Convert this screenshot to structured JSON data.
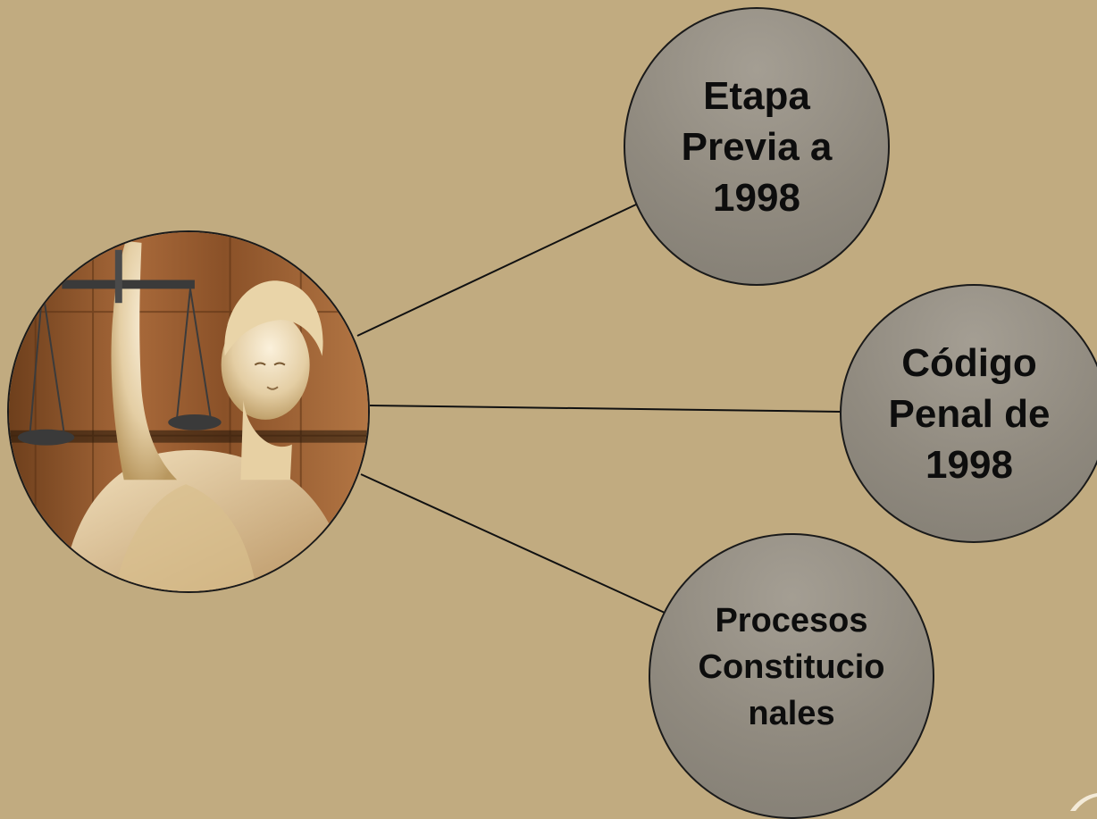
{
  "diagram": {
    "background_color": "#c1ab80",
    "hub": {
      "image_description_icon": "lady-justice-statue-image"
    },
    "nodes": [
      {
        "id": "etapa",
        "label": "Etapa\nPrevia a\n1998"
      },
      {
        "id": "codigo",
        "label": "Código\nPenal de\n1998"
      },
      {
        "id": "procesos",
        "label": "Procesos\nConstitucio\nnales"
      }
    ]
  }
}
